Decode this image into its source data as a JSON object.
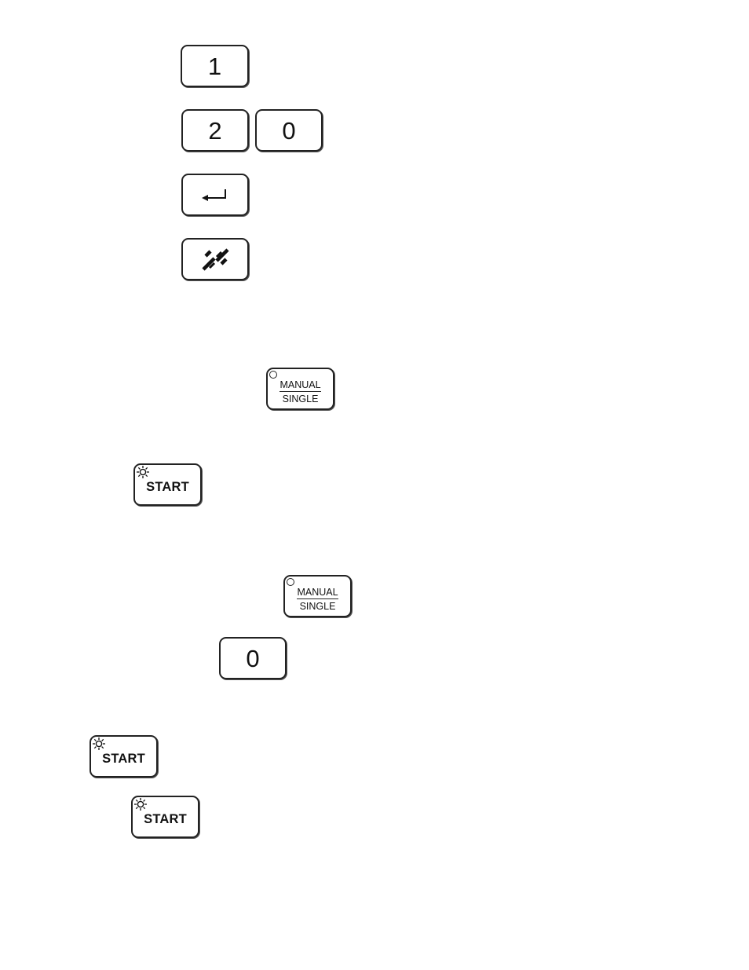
{
  "keys": {
    "one": "1",
    "two": "2",
    "zero_a": "0",
    "zero_b": "0"
  },
  "icons": {
    "enter": "enter-arrow-icon",
    "clear": "double-slash-icon",
    "led": "indicator-led-icon",
    "lamp": "sun-lamp-icon"
  },
  "manual_single": {
    "top": "MANUAL",
    "bottom": "SINGLE"
  },
  "start": {
    "label": "START"
  }
}
